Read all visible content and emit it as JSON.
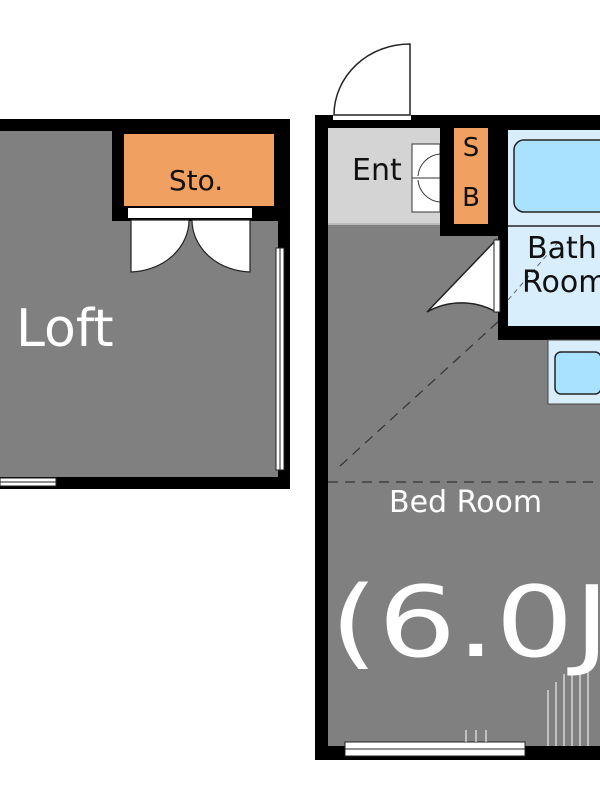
{
  "rooms": {
    "loft": {
      "label": "Loft"
    },
    "storage": {
      "label": "Sto."
    },
    "entrance": {
      "label": "Ent"
    },
    "shoe_box": {
      "line1": "S",
      "line2": "B"
    },
    "bath": {
      "line1": "Bath",
      "line2": "Room"
    },
    "bedroom": {
      "label": "Bed Room",
      "size": "(6.0J"
    }
  },
  "colors": {
    "floor": "#808080",
    "wall": "#000000",
    "storage": "#f0a060",
    "entrance": "#d4d4d4",
    "bath": "#d8eefc",
    "fixture": "#a8e2ff",
    "door": "#ffffff"
  }
}
